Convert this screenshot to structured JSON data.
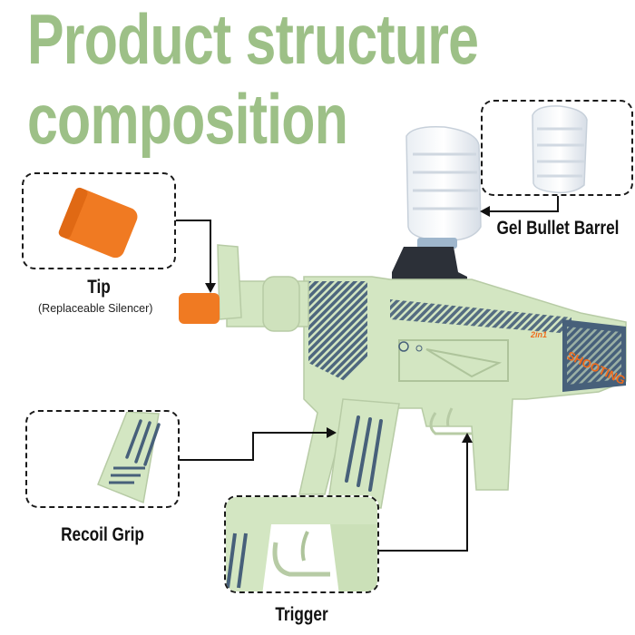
{
  "title": {
    "line1": "Product structure",
    "line2": "composition",
    "color": "#9dc087"
  },
  "callouts": {
    "gel_bullet_barrel": {
      "label": "Gel Bullet Barrel"
    },
    "tip": {
      "label": "Tip",
      "sublabel": "(Replaceable Silencer)"
    },
    "recoil_grip": {
      "label": "Recoil Grip"
    },
    "trigger": {
      "label": "Trigger"
    }
  },
  "product": {
    "decal_small": "2in1",
    "decal_large": "SHOOTING"
  },
  "colors": {
    "body_green": "#d3e6c2",
    "camo_blue": "#47607a",
    "tip_orange": "#f07a22",
    "feeder_black": "#2c3038",
    "line_black": "#111111"
  }
}
